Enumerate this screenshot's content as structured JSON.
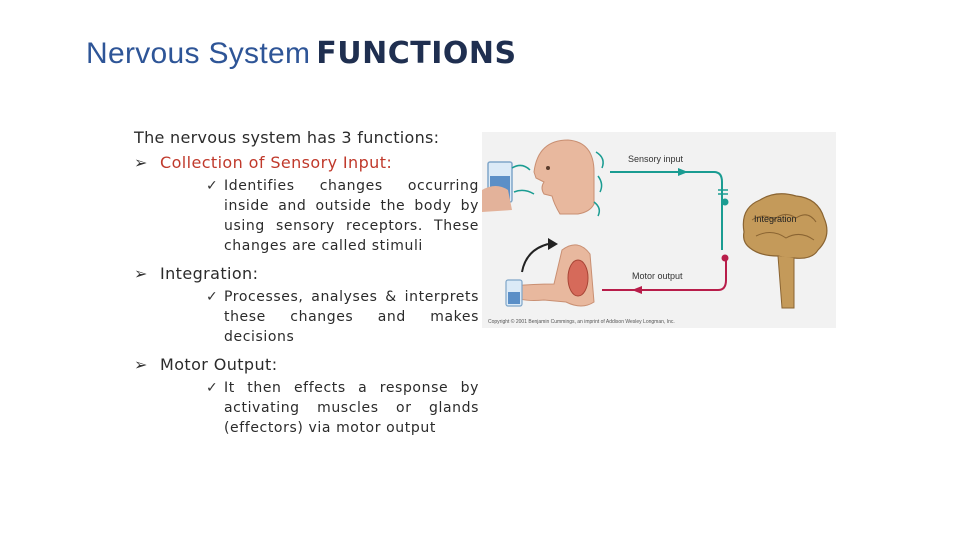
{
  "title": {
    "part1": "Nervous System",
    "part2": "FUNCTIONS"
  },
  "intro": "The nervous system has 3 functions:",
  "sections": [
    {
      "heading": "Collection of Sensory Input:",
      "text": "Identifies changes occurring inside and outside the body by using sensory receptors. These changes are called stimuli"
    },
    {
      "heading": "Integration:",
      "text": "Processes, analyses & interprets these changes and makes decisions"
    },
    {
      "heading": "Motor Output:",
      "text": "It then effects a response by activating muscles or glands (effectors) via motor output"
    }
  ],
  "figure": {
    "sensory_label": "Sensory input",
    "integration_label": "Integration",
    "motor_label": "Motor output",
    "copyright": "Copyright © 2001 Benjamin Cummings, an imprint of Addison Wesley Longman, Inc.",
    "colors": {
      "sensory": "#1a9c92",
      "motor": "#b81d4a",
      "brain": "#c49a5a"
    }
  }
}
